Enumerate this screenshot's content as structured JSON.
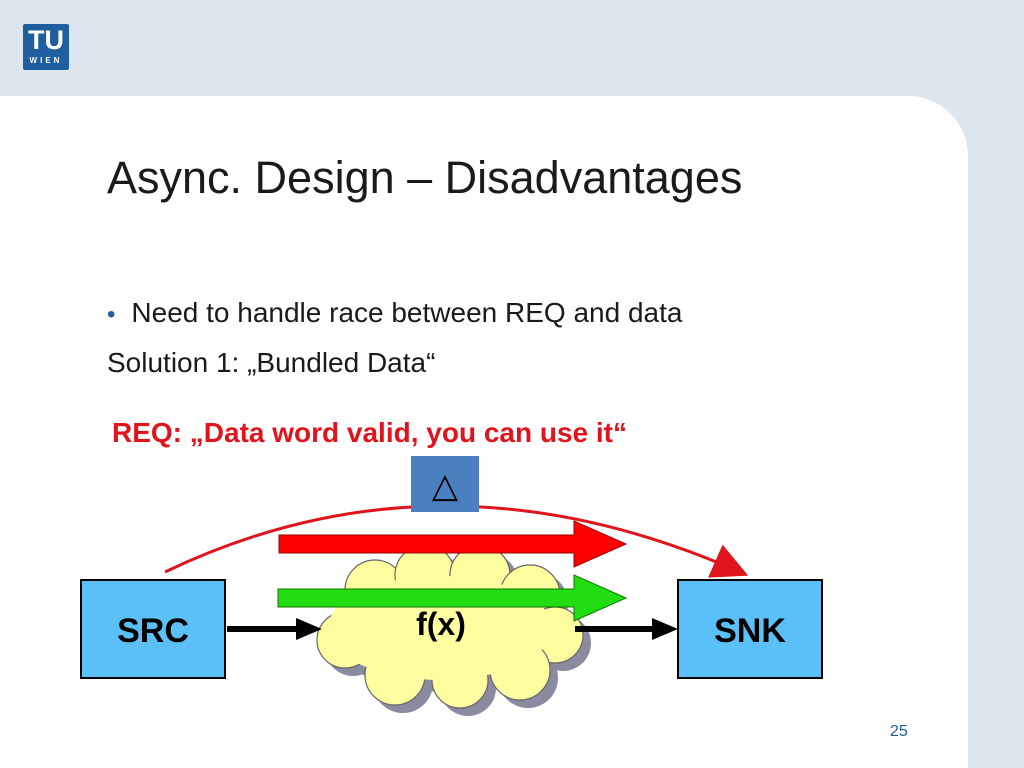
{
  "logo": {
    "top_text": "TU",
    "bottom_text": "WIEN"
  },
  "slide": {
    "title": "Async. Design – Disadvantages",
    "bullet": "Need to handle race between REQ and data",
    "subtext": "Solution 1: „Bundled Data“",
    "req_label": "REQ: „Data word valid, you can use it“",
    "page_number": "25"
  },
  "diagram": {
    "source_label": "SRC",
    "sink_label": "SNK",
    "function_label": "f(x)",
    "delay_symbol": "△",
    "colors": {
      "box_fill": "#5bc0f8",
      "cloud_fill": "#fefea0",
      "req_arrow": "#ff0000",
      "data_arrow": "#22dd11",
      "delay_box": "#4a7fc0",
      "req_line": "#e0141c"
    }
  }
}
